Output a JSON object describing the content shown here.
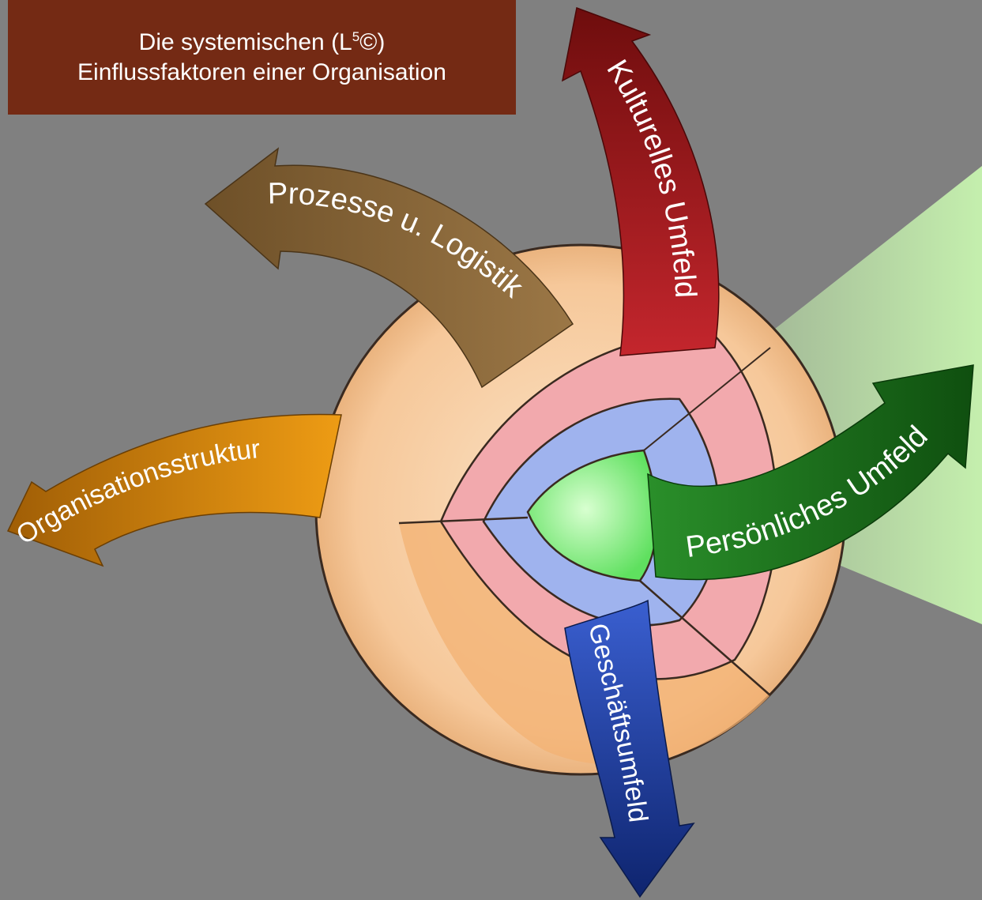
{
  "title": {
    "line1_prefix": "Die systemischen (L",
    "line1_sup": "5",
    "line1_suffix": "©)",
    "line2": "Einflussfaktoren einer Organisation"
  },
  "arrows": {
    "kulturelles": {
      "label": "Kulturelles Umfeld",
      "color": "#a51d24"
    },
    "prozesse": {
      "label": "Prozesse u. Logistik",
      "color": "#8c6a3c"
    },
    "organisation": {
      "label": "Organisationsstruktur",
      "color": "#d1870e"
    },
    "persoenlich": {
      "label": "Persönliches Umfeld",
      "color": "#1f7a1f"
    },
    "geschaeft": {
      "label": "Geschäftsumfeld",
      "color": "#1a3a8f"
    }
  },
  "colors": {
    "background": "#808080",
    "title_box": "#742a14",
    "ring_outer": "#f6c89a",
    "ring_pink": "#f2a9ad",
    "ring_blue": "#9fb3ee",
    "core_green": "#8ef08e",
    "spotlight": "#c8f5b0"
  }
}
